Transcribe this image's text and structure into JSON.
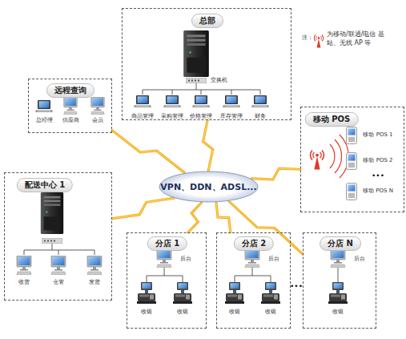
{
  "diagram": {
    "nodes": [
      {
        "text": [
          "总部"
        ]
      },
      {
        "text": [
          "远程查询"
        ]
      },
      {
        "text": [
          "移动 POS"
        ]
      },
      {
        "text": [
          "VPN、DDN、ADSL..."
        ]
      },
      {
        "text": [
          "配送中心 1"
        ]
      },
      {
        "text": [
          "分店 1"
        ]
      },
      {
        "text": [
          "分店 2"
        ]
      },
      {
        "text": [
          "分店 N"
        ]
      }
    ],
    "edges": [
      {
        "from": 3,
        "to": 0,
        "arrow": "none"
      },
      {
        "from": 3,
        "to": 1,
        "arrow": "none"
      },
      {
        "from": 3,
        "to": 2,
        "arrow": "none"
      },
      {
        "from": 3,
        "to": 4,
        "arrow": "none"
      },
      {
        "from": 3,
        "to": 5,
        "arrow": "none"
      },
      {
        "from": 3,
        "to": 6,
        "arrow": "none"
      },
      {
        "from": 3,
        "to": 7,
        "arrow": "none"
      }
    ],
    "labels": [
      "交换机",
      "商品管理",
      "采购管理",
      "价格管理",
      "库存管理",
      "财务",
      "总经理",
      "供应商",
      "会员",
      "注：",
      "移动 POS 1",
      "移动 POS 2",
      "•••",
      "移动 POS N",
      "收货",
      "仓管",
      "发货",
      "后台",
      "收银",
      "收银",
      "后台",
      "收银",
      "收银",
      "•••",
      "后台",
      "收银"
    ],
    "legend": [
      {
        "text": "为移动/联通/电信 基站、无线 AP 等"
      }
    ]
  }
}
